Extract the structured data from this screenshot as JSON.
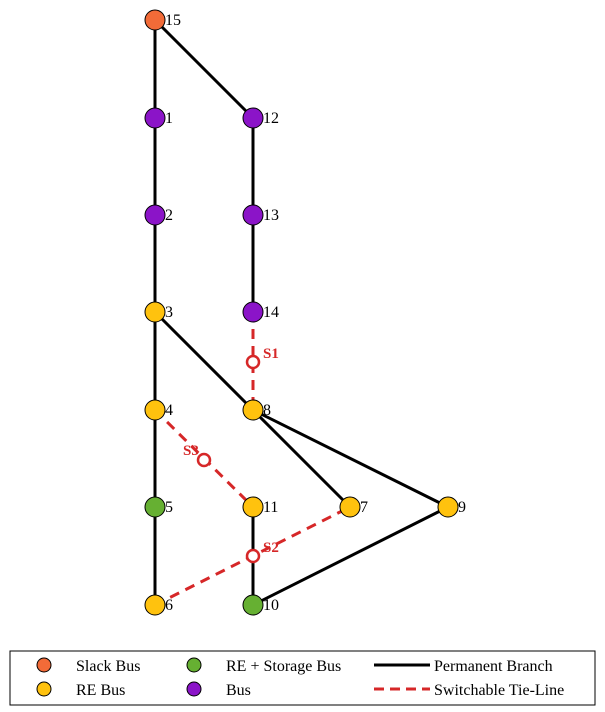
{
  "colors": {
    "slack": "#F26B38",
    "re": "#FFC20E",
    "storage": "#66B032",
    "bus": "#8B14C8",
    "permanent": "#000000",
    "switchable": "#D62728"
  },
  "buses": [
    {
      "id": "15",
      "label": "15",
      "type": "slack"
    },
    {
      "id": "1",
      "label": "1",
      "type": "bus"
    },
    {
      "id": "2",
      "label": "2",
      "type": "bus"
    },
    {
      "id": "3",
      "label": "3",
      "type": "re"
    },
    {
      "id": "4",
      "label": "4",
      "type": "re"
    },
    {
      "id": "5",
      "label": "5",
      "type": "storage"
    },
    {
      "id": "6",
      "label": "6",
      "type": "re"
    },
    {
      "id": "12",
      "label": "12",
      "type": "bus"
    },
    {
      "id": "13",
      "label": "13",
      "type": "bus"
    },
    {
      "id": "14",
      "label": "14",
      "type": "bus"
    },
    {
      "id": "8",
      "label": "8",
      "type": "re"
    },
    {
      "id": "11",
      "label": "11",
      "type": "re"
    },
    {
      "id": "10",
      "label": "10",
      "type": "storage"
    },
    {
      "id": "7",
      "label": "7",
      "type": "re"
    },
    {
      "id": "9",
      "label": "9",
      "type": "re"
    }
  ],
  "permanent_branches": [
    [
      "15",
      "1"
    ],
    [
      "1",
      "2"
    ],
    [
      "2",
      "3"
    ],
    [
      "3",
      "4"
    ],
    [
      "4",
      "5"
    ],
    [
      "5",
      "6"
    ],
    [
      "15",
      "12"
    ],
    [
      "12",
      "13"
    ],
    [
      "13",
      "14"
    ],
    [
      "3",
      "8"
    ],
    [
      "8",
      "7"
    ],
    [
      "8",
      "9"
    ],
    [
      "9",
      "10"
    ],
    [
      "11",
      "10"
    ]
  ],
  "switchable_tie_lines": [
    {
      "from": "14",
      "to": "8",
      "switch": "S1"
    },
    {
      "from": "6",
      "to": "7",
      "switch": "S2"
    },
    {
      "from": "4",
      "to": "11",
      "switch": "S3"
    }
  ],
  "legend": {
    "slack": "Slack Bus",
    "re": "RE Bus",
    "storage": "RE + Storage Bus",
    "bus": "Bus",
    "permanent": "Permanent Branch",
    "switchable": "Switchable Tie-Line"
  }
}
